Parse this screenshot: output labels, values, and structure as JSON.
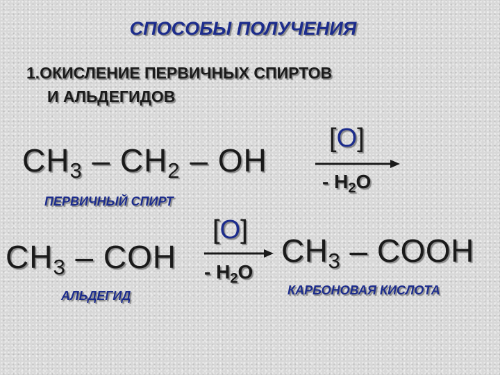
{
  "title": "СПОСОБЫ ПОЛУЧЕНИЯ",
  "subtitle": {
    "line1": "1.ОКИСЛЕНИЕ ПЕРВИЧНЫХ СПИРТОВ",
    "line2": "И АЛЬДЕГИДОВ"
  },
  "reaction1": {
    "reactant": {
      "p1": "CH",
      "s1": "3",
      "p2": " – CH",
      "s2": "2",
      "p3": " – OH"
    },
    "reactant_label": "ПЕРВИЧНЫЙ СПИРТ",
    "oxidizer": {
      "open": "[",
      "atom": "O",
      "close": "]"
    },
    "byproduct": {
      "p1": "- H",
      "s1": "2",
      "p2": "O"
    }
  },
  "reaction2": {
    "reactant": {
      "p1": "CH",
      "s1": "3",
      "p2": " – COH"
    },
    "reactant_label": "АЛЬДЕГИД",
    "oxidizer": {
      "open": "[",
      "atom": "O",
      "close": "]"
    },
    "byproduct": {
      "p1": "- H",
      "s1": "2",
      "p2": "O"
    },
    "product": {
      "p1": "CH",
      "s1": "3",
      "p2": " – COOH"
    },
    "product_label": "КАРБОНОВАЯ КИСЛОТА"
  },
  "colors": {
    "heading": "#1c2c8c",
    "text": "#1a1a1a",
    "background": "#d8d8d8"
  }
}
